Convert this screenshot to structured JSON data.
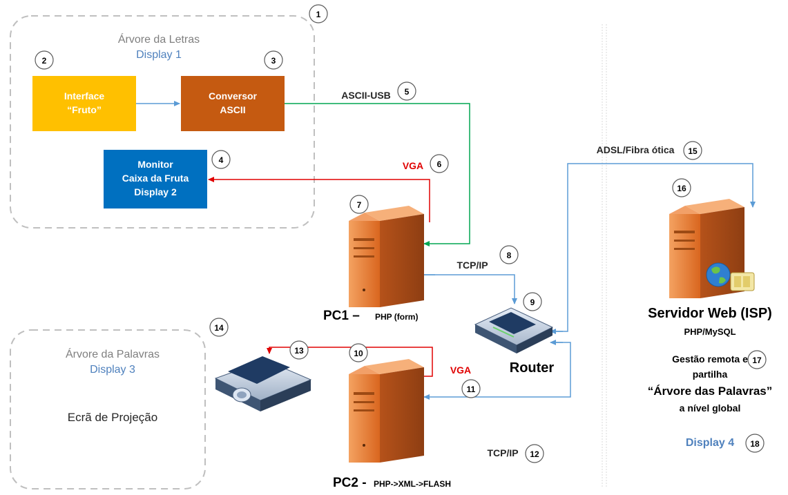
{
  "group1": {
    "title": "Árvore da Letras",
    "subtitle": "Display 1"
  },
  "group2": {
    "title": "Árvore da Palavras",
    "subtitle": "Display 3",
    "body": "Ecrã de Projeção"
  },
  "boxes": {
    "interface": {
      "line1": "Interface",
      "line2": "“Fruto”",
      "color": "#FFC000"
    },
    "conversor": {
      "line1": "Conversor",
      "line2": "ASCII",
      "color": "#C55A11"
    },
    "monitor": {
      "line1": "Monitor",
      "line2": "Caixa da Fruta",
      "line3": "Display 2",
      "color": "#0070C0"
    }
  },
  "links": {
    "ascii_usb": "ASCII-USB",
    "vga1": "VGA",
    "tcpip1": "TCP/IP",
    "adsl": "ADSL/Fibra ótica",
    "vga2": "VGA",
    "tcpip2": "TCP/IP"
  },
  "nodes": {
    "pc1": {
      "main": "PC1 –",
      "sub": "PHP (form)"
    },
    "pc2": {
      "main": "PC2 -",
      "sub": "PHP->XML->FLASH"
    },
    "router": "Router",
    "server": {
      "main": "Servidor Web (ISP)",
      "sub": "PHP/MySQL"
    },
    "gestao": [
      "Gestão remota e",
      "partilha",
      "“Árvore das Palavras”",
      "a nível global"
    ],
    "display4": "Display 4"
  },
  "badges": [
    "1",
    "2",
    "3",
    "4",
    "5",
    "6",
    "7",
    "8",
    "9",
    "10",
    "11",
    "12",
    "13",
    "14",
    "15",
    "16",
    "17",
    "18"
  ],
  "colors": {
    "green": "#00A651",
    "red": "#E00000",
    "blue": "#5B9BD5",
    "server": "#E87B2A",
    "dash": "#BFBFBF"
  }
}
